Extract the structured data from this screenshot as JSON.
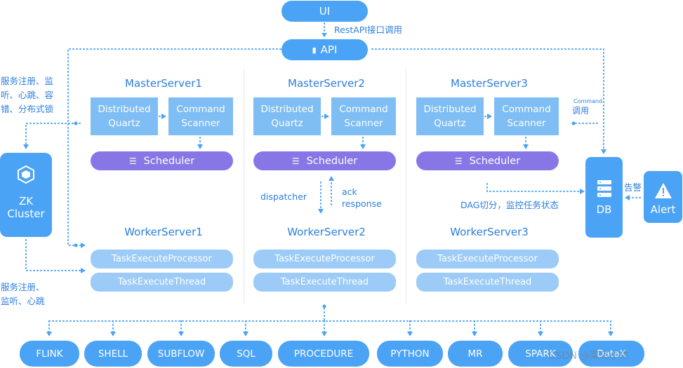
{
  "top": {
    "ui": "UI",
    "restapi": "RestAPI接口调用",
    "api": "API"
  },
  "left_label": [
    "服务注册、监",
    "听、心跳、容",
    "错、分布式锁"
  ],
  "left_label2": [
    "服务注册、",
    "监听、心跳"
  ],
  "zk": {
    "line1": "ZK",
    "line2": "Cluster"
  },
  "masters": [
    {
      "title": "MasterServer1",
      "quartz": [
        "Distributed",
        "Quartz"
      ],
      "scanner": [
        "Command",
        "Scanner"
      ],
      "scheduler": "Scheduler"
    },
    {
      "title": "MasterServer2",
      "quartz": [
        "Distributed",
        "Quartz"
      ],
      "scanner": [
        "Command",
        "Scanner"
      ],
      "scheduler": "Scheduler"
    },
    {
      "title": "MasterServer3",
      "quartz": [
        "Distributed",
        "Quartz"
      ],
      "scanner": [
        "Command",
        "Scanner"
      ],
      "scheduler": "Scheduler"
    }
  ],
  "workers": [
    {
      "title": "WorkerServer1",
      "processor": "TaskExecuteProcessor",
      "thread": "TaskExecuteThread"
    },
    {
      "title": "WorkerServer2",
      "processor": "TaskExecuteProcessor",
      "thread": "TaskExecuteThread"
    },
    {
      "title": "WorkerServer3",
      "processor": "TaskExecuteProcessor",
      "thread": "TaskExecuteThread"
    }
  ],
  "dispatcher": "dispatcher",
  "ack": [
    "ack",
    "response"
  ],
  "dag": "DAG切分，监控任务状态",
  "command_small": "Command",
  "command_call": "调用",
  "db": "DB",
  "alarm": "告警",
  "alert": "Alert",
  "task_types": [
    "FLINK",
    "SHELL",
    "SUBFLOW",
    "SQL",
    "PROCEDURE",
    "PYTHON",
    "MR",
    "SPARK",
    "DataX"
  ],
  "watermark": "CSDN @菜鸟小杰",
  "colors": {
    "primary": "#4ba3f5",
    "light": "#7fbdf5",
    "scheduler": "#8777e6",
    "task": "#9ccbf7",
    "text": "#2b7ee0"
  }
}
